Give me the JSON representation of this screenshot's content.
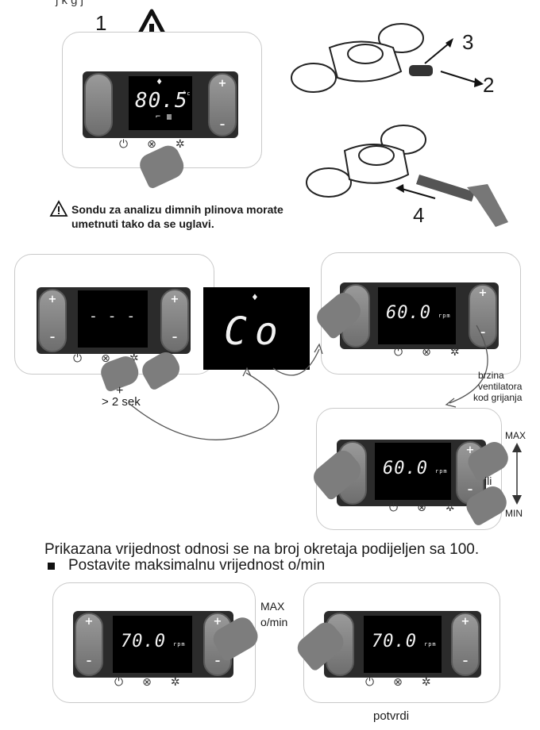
{
  "header_fragment": "j    k        g   j",
  "steps": {
    "s1": "1",
    "s2": "2",
    "s3": "3",
    "s4": "4"
  },
  "warning_text_line1": "Sondu za analizu dimnih plinova morate",
  "warning_text_line2": "umetnuti tako da se uglavi.",
  "displays": {
    "temp_value": "80.5",
    "temp_unit": "°c",
    "dashes": "- - -",
    "co_value": "Co",
    "rpm_value_60": "60.0",
    "rpm_value_70": "70.0",
    "rpm_unit": "rpm"
  },
  "buttons": {
    "plus": "+",
    "minus": "–"
  },
  "labels": {
    "plus_combo": "+",
    "hold_time": "> 2 sek",
    "fan_speed_1": "brzina",
    "fan_speed_2": "ventilatora",
    "fan_speed_3": "kod grijanja",
    "max": "MAX",
    "min": "MIN",
    "or": "ili",
    "max_rpm_1": "MAX",
    "max_rpm_2": "o/min",
    "confirm": "potvrdi"
  },
  "instructions": {
    "line1": "Prikazana vrijednost odnosi se na broj okretaja podijeljen sa 100.",
    "bullet": "Postavite maksimalnu vrijednost o/min"
  },
  "icons": [
    "power-icon",
    "reset-icon",
    "settings-icon",
    "faucet-icon",
    "radiator-icon",
    "flame-icon",
    "warning-icon"
  ],
  "colors": {
    "button_gray": "#8a8a8a",
    "display_black": "#000000",
    "hand_gray": "#7d7d7d"
  }
}
